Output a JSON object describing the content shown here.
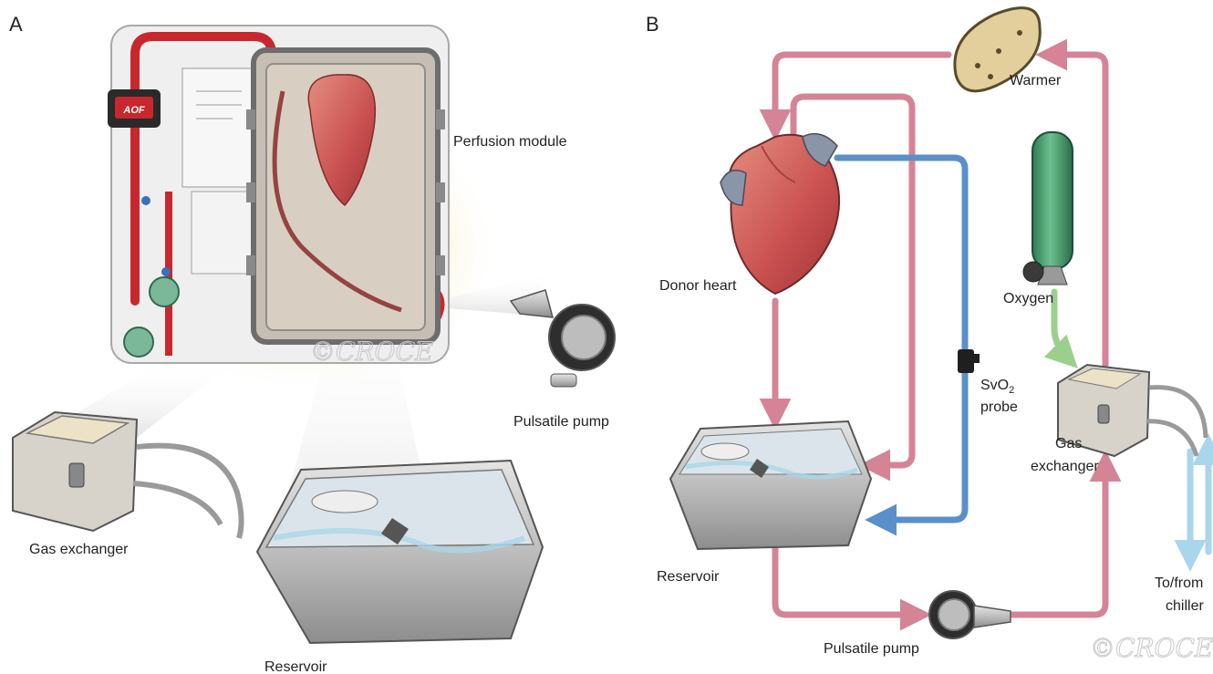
{
  "panels": {
    "a": {
      "letter": "A",
      "labels": {
        "perfusion_module": "Perfusion module",
        "pulsatile_pump": "Pulsatile pump",
        "gas_exchanger": "Gas exchanger",
        "reservoir": "Reservoir"
      },
      "device_badge": "AOF"
    },
    "b": {
      "letter": "B",
      "labels": {
        "warmer": "Warmer",
        "donor_heart": "Donor heart",
        "oxygen": "Oxygen",
        "svo2_line1_main": "SvO",
        "svo2_line1_sub": "2",
        "svo2_line2": "probe",
        "gas_exchanger_line1": "Gas",
        "gas_exchanger_line2": "exchanger",
        "reservoir": "Reservoir",
        "pulsatile_pump": "Pulsatile pump",
        "chiller_line1": "To/from",
        "chiller_line2": "chiller"
      }
    }
  },
  "signature": "©CROCE",
  "colors": {
    "oxygenated_flow": "#d48496",
    "deoxygenated_flow": "#5b8fc9",
    "oxygen_flow": "#9ccf8e",
    "chiller_flow": "#a9d6ea",
    "heart": "#c94f4f",
    "tubing_red": "#c8272d",
    "oxygen_cylinder": "#3f9a6a",
    "warmer": "#e2cf9c"
  }
}
